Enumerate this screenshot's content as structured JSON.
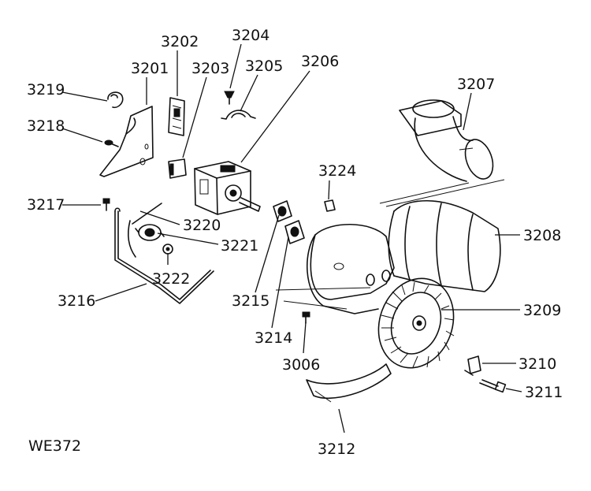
{
  "diagram": {
    "code": "WE372",
    "labels": {
      "p3201": "3201",
      "p3202": "3202",
      "p3203": "3203",
      "p3204": "3204",
      "p3205": "3205",
      "p3206": "3206",
      "p3207": "3207",
      "p3208": "3208",
      "p3209": "3209",
      "p3210": "3210",
      "p3211": "3211",
      "p3212": "3212",
      "p3214": "3214",
      "p3215": "3215",
      "p3216": "3216",
      "p3217": "3217",
      "p3218": "3218",
      "p3219": "3219",
      "p3220": "3220",
      "p3221": "3221",
      "p3222": "3222",
      "p3224": "3224",
      "p3006": "3006"
    }
  }
}
